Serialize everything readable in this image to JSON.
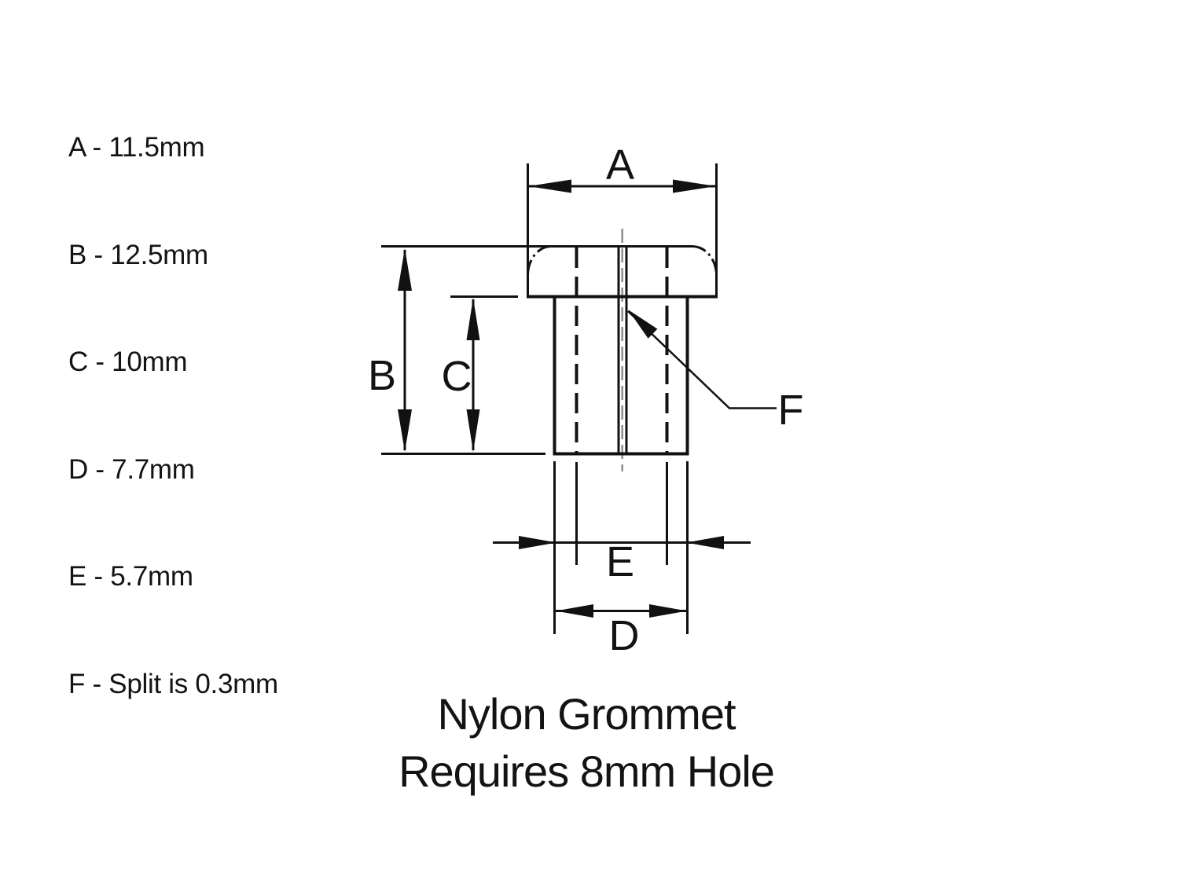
{
  "legend": {
    "items": [
      "A - 11.5mm",
      "B - 12.5mm",
      "C - 10mm",
      "D - 7.7mm",
      "E - 5.7mm",
      "F - Split is 0.3mm"
    ]
  },
  "diagram": {
    "part_name": "Nylon Grommet",
    "labels": {
      "a": "A",
      "b": "B",
      "c": "C",
      "d": "D",
      "e": "E",
      "f": "F"
    },
    "dimensions": {
      "A": "11.5mm",
      "B": "12.5mm",
      "C": "10mm",
      "D": "7.7mm",
      "E": "5.7mm",
      "F": "Split is 0.3mm"
    }
  },
  "title": {
    "line1": "Nylon Grommet",
    "line2": "Requires 8mm Hole"
  },
  "colors": {
    "line": "#111111",
    "centerline": "#8c8c8c",
    "background": "#ffffff"
  }
}
